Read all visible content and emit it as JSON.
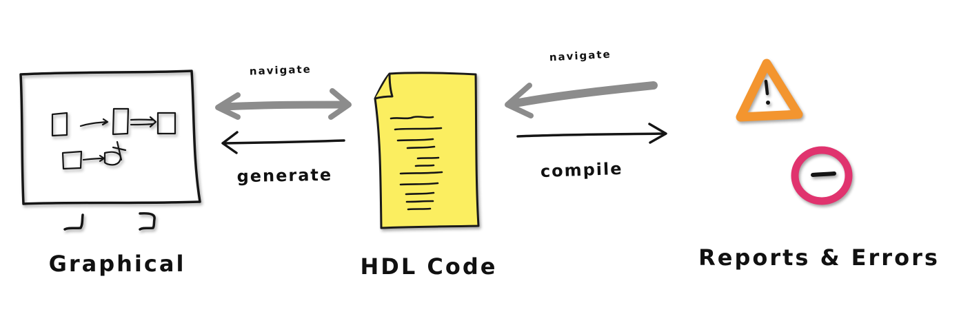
{
  "labels": {
    "graphical": "Graphical",
    "hdl_code": "HDL Code",
    "reports_errors": "Reports & Errors",
    "navigate_left": "navigate",
    "generate": "generate",
    "navigate_right": "navigate",
    "compile": "compile"
  },
  "icons": {
    "monitor": "monitor-icon",
    "document": "document-icon",
    "warning": "warning-icon",
    "error": "error-icon"
  },
  "colors": {
    "ink": "#151515",
    "navigate_arrow": "#8c8c8c",
    "document_fill": "#fbee60",
    "warning": "#f3952f",
    "error": "#e0336e"
  }
}
